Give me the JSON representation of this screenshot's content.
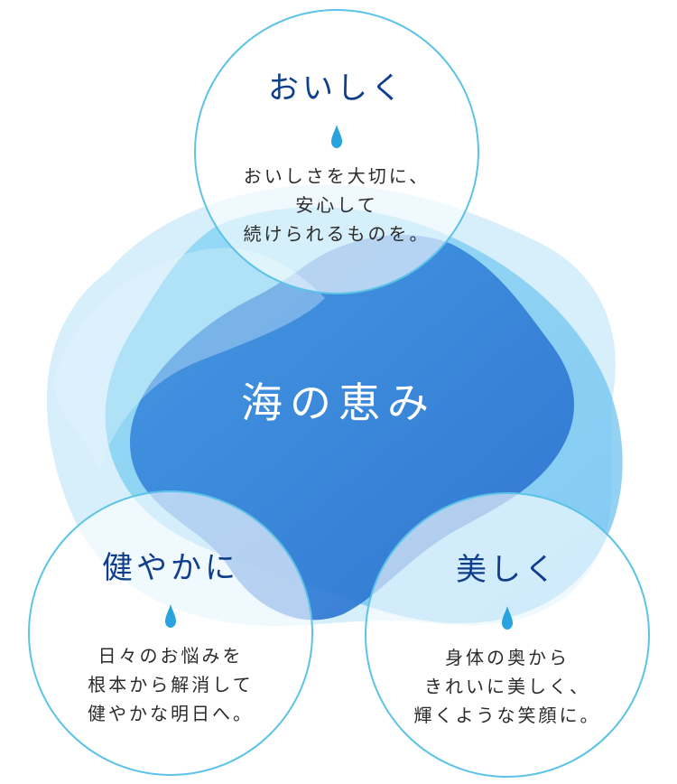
{
  "center": {
    "title": "海の恵み"
  },
  "circles": [
    {
      "title": "おいしく",
      "lines": [
        "おいしさを大切に、",
        "安心して",
        "続けられるものを。"
      ]
    },
    {
      "title": "健やかに",
      "lines": [
        "日々のお悩みを",
        "根本から解消して",
        "健やかな明日へ。"
      ]
    },
    {
      "title": "美しく",
      "lines": [
        "身体の奥から",
        "きれいに美しく、",
        "輝くような笑顔に。"
      ]
    }
  ],
  "colors": {
    "title": "#0f3f8c",
    "ring": "#5cc3e8",
    "drop": "#29a3e0",
    "blob_dark": "#2f7fd6",
    "blob_light": "#bfe4f6"
  },
  "icons": {
    "drop": "water-drop-icon"
  }
}
